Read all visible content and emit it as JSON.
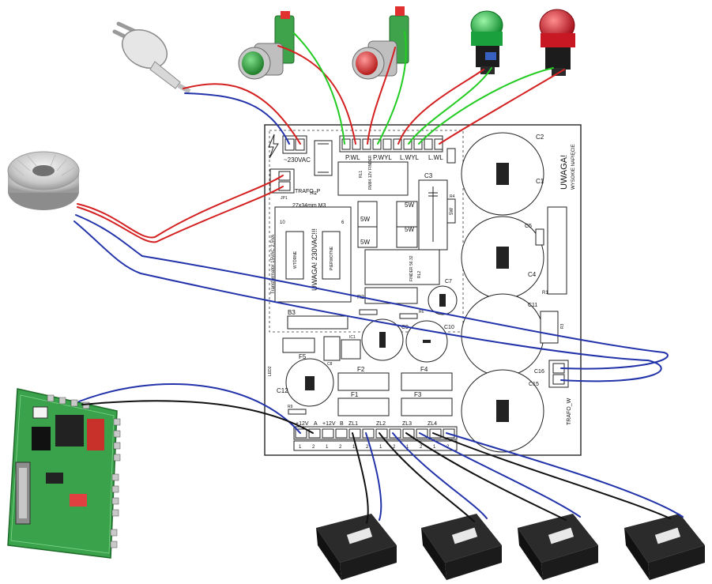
{
  "colors": {
    "wire_red": "#d42020",
    "wire_blue": "#2233aa",
    "wire_green": "#22cc22",
    "wire_black": "#111111",
    "board_outline": "#333333",
    "pcb_green": "#3aa24a",
    "button_green": "#2f9e3a",
    "button_red": "#e03b3b",
    "lamp_green": "#21b34a",
    "lamp_red": "#e21c2c"
  },
  "icons": [
    "power-plug-icon",
    "toroidal-transformer-icon",
    "push-button-green-icon",
    "push-button-red-icon",
    "indicator-lamp-green-icon",
    "indicator-lamp-red-icon",
    "controller-board-icon",
    "stepper-driver-icon",
    "warning-lightning-icon"
  ],
  "board": {
    "terminal_labels": {
      "ac_in": "~230VAC",
      "trafo_p": "TRAFO_P",
      "pwl": "P.WL",
      "pwyl": "P.WYL",
      "lwyl": "L.WYL",
      "lwl": "L.WL",
      "trafo_w": "TRAFO_W",
      "plus12v_a": "+12V",
      "a": "A",
      "plus12v_b": "+12V",
      "b": "B",
      "zl1": "ZL1",
      "zl2": "ZL2",
      "zl3": "ZL3",
      "zl4": "ZL4"
    },
    "warning": {
      "title": "UWAGA!",
      "subtitle": "WYSOKIE NAPIĘCIE"
    },
    "transformer_area": {
      "vertical_label": "Transformator 15VAC 2,5VA",
      "warning": "UWAGA! 230VAC!!!",
      "mount_label": "27x34mm M3",
      "left_box": "WTÓRNE",
      "right_box": "PIERWOTNE",
      "pin_10": "10",
      "pin_6": "6"
    },
    "components": {
      "c1": "C1",
      "c2": "C2",
      "c3": "C3",
      "c4": "C4",
      "c5": "C5",
      "c7": "C7",
      "c8": "C8",
      "c9": "C9",
      "c10": "C10",
      "c11": "C11",
      "c12": "C12",
      "c15": "C15",
      "c16": "C16",
      "f1": "F1",
      "f2": "F2",
      "f3": "F3",
      "f4": "F4",
      "f5": "F5",
      "r1": "R1",
      "r2": "R2",
      "r3": "R3",
      "r4": "R4",
      "r6": "R6",
      "r9": "R9",
      "rl1": "RL1",
      "rl1_part": "RM84 12V FINDER",
      "rl2": "RL2",
      "rl2_part": "FINDER 56.32",
      "b3": "B3",
      "jp1": "JP1",
      "jp2": "JP2",
      "ic1": "IC1",
      "led2": "LED2",
      "five_w": "5W"
    },
    "pin_numbers": [
      "1",
      "2",
      "1",
      "2",
      "1",
      "2",
      "1",
      "2",
      "1",
      "2",
      "1",
      "2"
    ]
  }
}
